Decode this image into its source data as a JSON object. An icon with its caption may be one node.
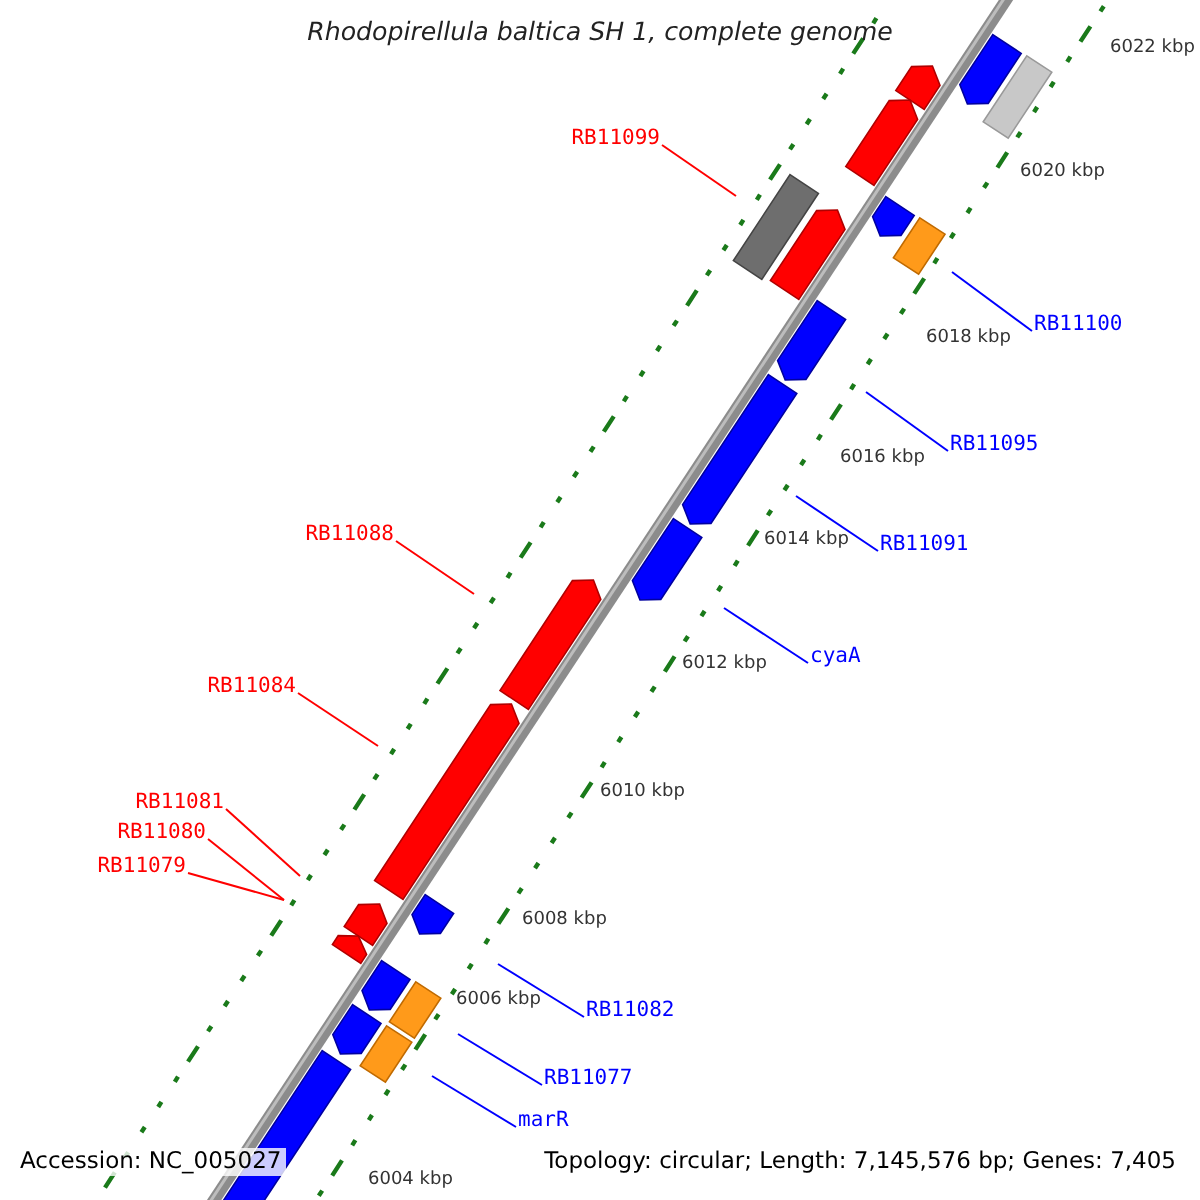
{
  "diagram": {
    "title": "Rhodopirellula baltica SH 1, complete genome",
    "nodes": [
      {
        "text": [
          "RB11099"
        ]
      },
      {
        "text": [
          "RB11100"
        ]
      },
      {
        "text": [
          "RB11095"
        ]
      },
      {
        "text": [
          "RB11088"
        ]
      },
      {
        "text": [
          "RB11091"
        ]
      },
      {
        "text": [
          "cyaA"
        ]
      },
      {
        "text": [
          "RB11084"
        ]
      },
      {
        "text": [
          "RB11081"
        ]
      },
      {
        "text": [
          "RB11080"
        ]
      },
      {
        "text": [
          "RB11079"
        ]
      },
      {
        "text": [
          "RB11082"
        ]
      },
      {
        "text": [
          "RB11077"
        ]
      },
      {
        "text": [
          "marR"
        ]
      }
    ],
    "edges": [
      {
        "from": 0,
        "to": null,
        "arrow": "none",
        "color": "#ff0000"
      },
      {
        "from": 1,
        "to": null,
        "arrow": "none",
        "color": "#0000ff"
      },
      {
        "from": 2,
        "to": null,
        "arrow": "none",
        "color": "#0000ff"
      },
      {
        "from": 3,
        "to": null,
        "arrow": "none",
        "color": "#ff0000"
      },
      {
        "from": 4,
        "to": null,
        "arrow": "none",
        "color": "#0000ff"
      },
      {
        "from": 5,
        "to": null,
        "arrow": "none",
        "color": "#0000ff"
      },
      {
        "from": 6,
        "to": null,
        "arrow": "none",
        "color": "#ff0000"
      },
      {
        "from": 7,
        "to": null,
        "arrow": "none",
        "color": "#ff0000"
      },
      {
        "from": 8,
        "to": null,
        "arrow": "none",
        "color": "#ff0000"
      },
      {
        "from": 9,
        "to": null,
        "arrow": "none",
        "color": "#ff0000"
      },
      {
        "from": 10,
        "to": null,
        "arrow": "none",
        "color": "#0000ff"
      },
      {
        "from": 11,
        "to": null,
        "arrow": "none",
        "color": "#0000ff"
      },
      {
        "from": 12,
        "to": null,
        "arrow": "none",
        "color": "#0000ff"
      }
    ],
    "labels": [
      "6022 kbp",
      "6020 kbp",
      "6018 kbp",
      "6016 kbp",
      "6014 kbp",
      "6012 kbp",
      "6010 kbp",
      "6008 kbp",
      "6006 kbp",
      "6004 kbp",
      "Accession: NC_005027",
      "Topology: circular; Length: 7,145,576 bp; Genes: 7,405"
    ]
  }
}
